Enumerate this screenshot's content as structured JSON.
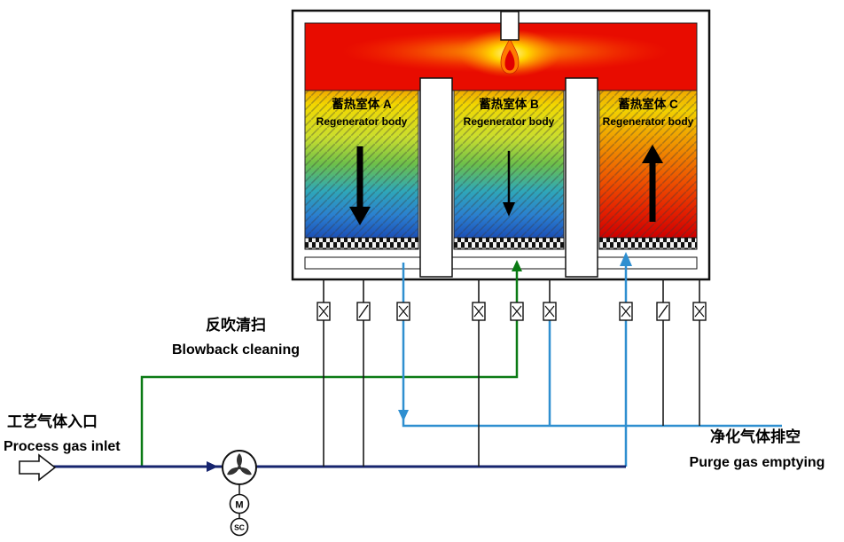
{
  "chambers": [
    {
      "name_cn": "蓄热室体 A",
      "name_en": "Regenerator body",
      "flow_direction": "down"
    },
    {
      "name_cn": "蓄热室体 B",
      "name_en": "Regenerator body",
      "flow_direction": "down"
    },
    {
      "name_cn": "蓄热室体 C",
      "name_en": "Regenerator body",
      "flow_direction": "up"
    }
  ],
  "labels": {
    "blowback": {
      "cn": "反吹清扫",
      "en": "Blowback cleaning"
    },
    "inlet": {
      "cn": "工艺气体入口",
      "en": "Process gas inlet"
    },
    "purge": {
      "cn": "净化气体排空",
      "en": "Purge gas emptying"
    }
  },
  "fan": {
    "motor": "M",
    "controller": "SC"
  },
  "colors": {
    "combustion_chamber": "#e80c00",
    "inlet_line": "#16246e",
    "purge_line": "#2f8fd0",
    "blowback_line": "#0a7a14",
    "cold_gradient_top": "#f2c400",
    "cold_gradient_bottom": "#1b50b8",
    "hot_gradient_bottom": "#cf0000"
  }
}
